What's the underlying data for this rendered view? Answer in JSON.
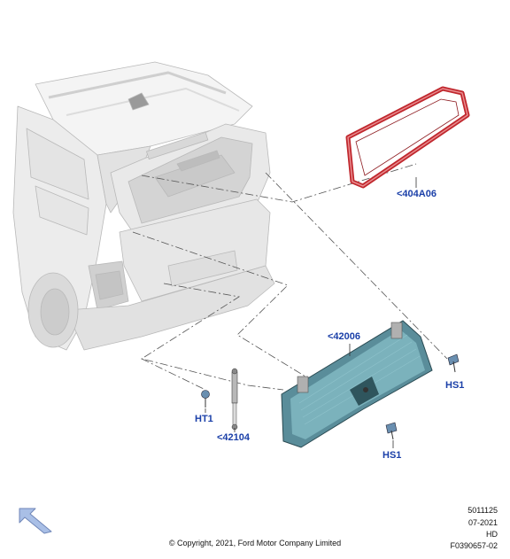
{
  "callouts": {
    "seal": "<404A06",
    "glass": "<42006",
    "hs1_right": "HS1",
    "hs1_bottom": "HS1",
    "ht1": "HT1",
    "strut": "<42104"
  },
  "footer": {
    "code1": "5011125",
    "date": "07-2021",
    "code2": "HD",
    "code3": "F0390657-02",
    "copyright": "© Copyright, 2021, Ford Motor Company Limited"
  },
  "icons": {
    "nav": "back-arrow-icon"
  },
  "colors": {
    "callout": "#1a3fa8",
    "seal": "#c0272d",
    "glass": "#5a8d9a",
    "arrow": "#a9bfe6"
  }
}
